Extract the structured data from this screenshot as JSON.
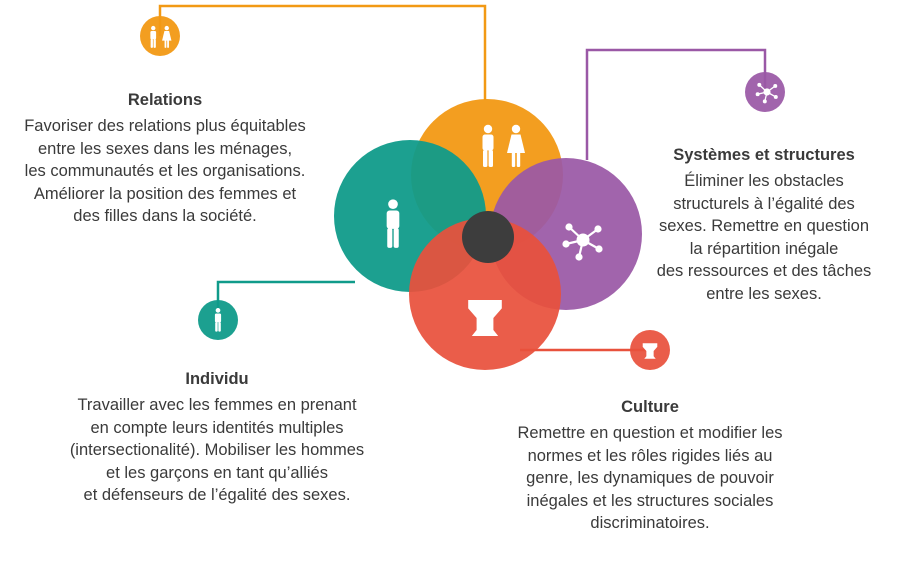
{
  "colors": {
    "relations": "#f29914",
    "individu": "#109b8a",
    "systemes": "#9a58a6",
    "culture": "#e8513c",
    "center": "#3d3d3d",
    "text": "#3a3a3a",
    "icon_fg": "#ffffff"
  },
  "icons": {
    "relations": "couple-icon",
    "individu": "person-icon",
    "systemes": "network-icon",
    "culture": "drum-icon"
  },
  "relations": {
    "title": "Relations",
    "lines": [
      "Favoriser des relations plus équitables",
      "entre les sexes dans les ménages,",
      "les communautés et les organisations.",
      "Améliorer la position des femmes et",
      "des filles dans la société."
    ]
  },
  "systemes": {
    "title": "Systèmes et structures",
    "lines": [
      "Éliminer les obstacles",
      "structurels à l’égalité des",
      "sexes. Remettre en question",
      "la répartition inégale",
      "des ressources et des tâches",
      "entre les sexes."
    ]
  },
  "individu": {
    "title": "Individu",
    "lines": [
      "Travailler avec les femmes en prenant",
      "en compte leurs identités multiples",
      "(intersectionalité). Mobiliser les hommes",
      "et les garçons en tant qu’alliés",
      "et défenseurs de l’égalité des sexes."
    ]
  },
  "culture": {
    "title": "Culture",
    "lines": [
      "Remettre en question et modifier les",
      "normes et les rôles rigides liés au",
      "genre, les dynamiques de pouvoir",
      "inégales et les structures sociales",
      "discriminatoires."
    ]
  }
}
